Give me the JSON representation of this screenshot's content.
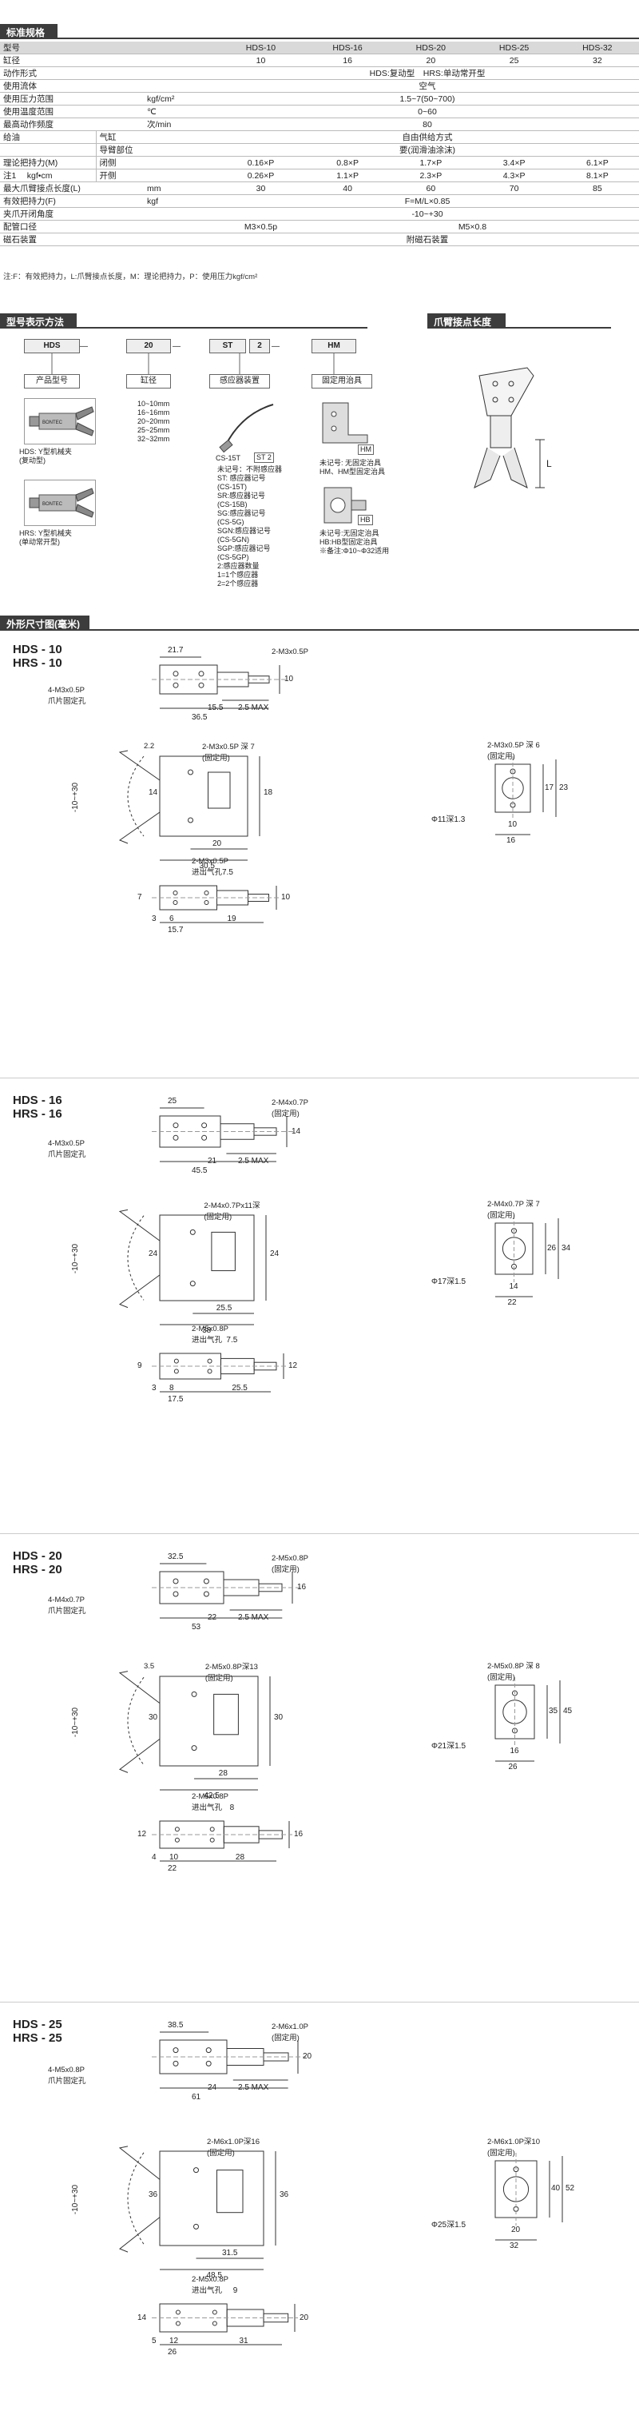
{
  "sections": {
    "spec_title": "标准规格",
    "model_title": "型号表示方法",
    "contact_title": "爪臂接点长度",
    "dims_title": "外形尺寸图(毫米)"
  },
  "spec_table": {
    "header": [
      "型号",
      "HDS-10",
      "HDS-16",
      "HDS-20",
      "HDS-25",
      "HDS-32"
    ],
    "rows": [
      {
        "label": "缸径",
        "sub": "",
        "unit": "",
        "cells": [
          "10",
          "16",
          "20",
          "25",
          "32"
        ]
      },
      {
        "label": "动作形式",
        "sub": "",
        "unit": "",
        "span": "HDS:复动型　HRS:单动常开型"
      },
      {
        "label": "使用流体",
        "sub": "",
        "unit": "",
        "span": "空气"
      },
      {
        "label": "使用压力范围",
        "sub": "",
        "unit": "kgf/cm²",
        "span": "1.5~7(50~700)"
      },
      {
        "label": "使用温度范围",
        "sub": "",
        "unit": "℃",
        "span": "0~60"
      },
      {
        "label": "最高动作频度",
        "sub": "",
        "unit": "次/min",
        "span": "80"
      },
      {
        "label": "给油",
        "sub": "气缸",
        "unit": "",
        "span": "自由供给方式"
      },
      {
        "label": "",
        "sub": "导臂部位",
        "unit": "",
        "span": "要(润滑油涂沫)"
      },
      {
        "label": "理论把持力(M)",
        "sub": "闭侧",
        "unit": "",
        "cells": [
          "0.16×P",
          "0.8×P",
          "1.7×P",
          "3.4×P",
          "6.1×P"
        ]
      },
      {
        "label": "注1　 kgf•cm",
        "sub": "开侧",
        "unit": "",
        "cells": [
          "0.26×P",
          "1.1×P",
          "2.3×P",
          "4.3×P",
          "8.1×P"
        ]
      },
      {
        "label": "最大爪臂接点长度(L)",
        "sub": "",
        "unit": "mm",
        "cells": [
          "30",
          "40",
          "60",
          "70",
          "85"
        ]
      },
      {
        "label": "有效把持力(F)",
        "sub": "",
        "unit": "kgf",
        "span": "F=M/L×0.85"
      },
      {
        "label": "夹爪开闭角度",
        "sub": "",
        "unit": "",
        "span": "-10~+30"
      },
      {
        "label": "配管口径",
        "sub": "",
        "unit": "",
        "cells_split": [
          "M3×0.5p",
          "M5×0.8"
        ]
      },
      {
        "label": "磁石装置",
        "sub": "",
        "unit": "",
        "span": "附磁石装置"
      }
    ],
    "note": "注:F：有效把持力，L:爪臂接点长度，M：理论把持力，P：使用压力kgf/cm²"
  },
  "model_code": {
    "boxes": [
      "HDS",
      "20",
      "ST",
      "2",
      "HM"
    ],
    "labels": [
      "产品型号",
      "缸径",
      "感应器装置",
      "固定用治具"
    ],
    "bore_list": "10~10mm\n16~16mm\n20~20mm\n25~25mm\n32~32mm",
    "hds_caption": "HDS: Y型机械夹\n(复动型)",
    "hrs_caption": "HRS: Y型机械夹\n(单动常开型)",
    "sensor_caption": "CS-15T",
    "sensor_tag": "ST 2",
    "sensor_list": "未记号：不附感应器\nST: 感应器记号\n(CS-15T)\nSR:感应器记号\n(CS-15B)\nSG:感应器记号\n(CS-5G)\nSGN:感应器记号\n(CS-5GN)\nSGP:感应器记号\n(CS-5GP)\n2:感应器数量\n1=1个感应器\n2=2个感应器",
    "hm_tag": "HM",
    "hm_caption": "未记号: 无固定治具\nHM、HM型固定治具",
    "hb_tag": "HB",
    "hb_caption": "未记号:无固定治具\nHB:HB型固定治具\n※备注:Φ10~Φ32适用",
    "brand": "BONTEC"
  },
  "contact_length_symbol": "L",
  "dimension_sets": [
    {
      "model": "HDS - 10\nHRS - 10",
      "top": {
        "w1": "21.7",
        "port": "2-M3x0.5P",
        "hole": "4-M3x0.5P\n爪片固定孔",
        "d1": "15.5",
        "d2": "2.5 MAX",
        "total": "36.5",
        "h": "10"
      },
      "mid": {
        "port": "2-M3x0.5P 深 7\n(固定用)",
        "angle": "-10~+30",
        "h1": "14",
        "h2": "18",
        "d1": "20",
        "d2": "30.5",
        "ang2": "2.2"
      },
      "side": {
        "port": "2-M3x0.5P 深 6\n(固定用)",
        "phi": "Φ11深1.3",
        "w1": "10",
        "w2": "16",
        "h1": "17",
        "h2": "23"
      },
      "bottom": {
        "port": "2-M3x0.5P\n进出气孔",
        "d0": "7.5",
        "h": "7",
        "h2": "10",
        "d1": "3",
        "d2": "6",
        "d3": "19",
        "total": "15.7"
      }
    },
    {
      "model": "HDS - 16\nHRS - 16",
      "top": {
        "w1": "25",
        "port": "2-M4x0.7P\n(固定用)",
        "hole": "4-M3x0.5P\n爪片固定孔",
        "d1": "21",
        "d2": "2.5 MAX",
        "total": "45.5",
        "h": "14"
      },
      "mid": {
        "port": "2-M4x0.7Px11深\n(固定用)",
        "angle": "-10~+30",
        "h1": "24",
        "h2": "24",
        "d1": "25.5",
        "d2": "38",
        "ang2": ""
      },
      "side": {
        "port": "2-M4x0.7P 深 7\n(固定用)",
        "phi": "Φ17深1.5",
        "w1": "14",
        "w2": "22",
        "h1": "26",
        "h2": "34"
      },
      "bottom": {
        "port": "2-M5x0.8P\n进出气孔",
        "d0": "7.5",
        "h": "9",
        "h2": "12",
        "d1": "3",
        "d2": "8",
        "d3": "25.5",
        "total": "17.5"
      }
    },
    {
      "model": "HDS - 20\nHRS - 20",
      "top": {
        "w1": "32.5",
        "port": "2-M5x0.8P\n(固定用)",
        "hole": "4-M4x0.7P\n爪片固定孔",
        "d1": "22",
        "d2": "2.5 MAX",
        "total": "53",
        "h": "16"
      },
      "mid": {
        "port": "2-M5x0.8P深13\n(固定用)",
        "angle": "-10~+30",
        "h1": "30",
        "h2": "30",
        "d1": "28",
        "d2": "42.5",
        "ang2": "3.5"
      },
      "side": {
        "port": "2-M5x0.8P 深 8\n(固定用)",
        "phi": "Φ21深1.5",
        "w1": "16",
        "w2": "26",
        "h1": "35",
        "h2": "45"
      },
      "bottom": {
        "port": "2-M5x0.8P\n进出气孔",
        "d0": "8",
        "h": "12",
        "h2": "16",
        "d1": "4",
        "d2": "10",
        "d3": "28",
        "total": "22"
      }
    },
    {
      "model": "HDS - 25\nHRS - 25",
      "top": {
        "w1": "38.5",
        "port": "2-M6x1.0P\n(固定用)",
        "hole": "4-M5x0.8P\n爪片固定孔",
        "d1": "24",
        "d2": "2.5 MAX",
        "total": "61",
        "h": "20"
      },
      "mid": {
        "port": "2-M6x1.0P深16\n(固定用)",
        "angle": "-10~+30",
        "h1": "36",
        "h2": "36",
        "d1": "31.5",
        "d2": "48.5",
        "ang2": ""
      },
      "side": {
        "port": "2-M6x1.0P深10\n(固定用)",
        "phi": "Φ25深1.5",
        "w1": "20",
        "w2": "32",
        "h1": "40",
        "h2": "52"
      },
      "bottom": {
        "port": "2-M5x0.8P\n进出气孔",
        "d0": "9",
        "h": "14",
        "h2": "20",
        "d1": "5",
        "d2": "12",
        "d3": "31",
        "total": "26"
      }
    }
  ]
}
